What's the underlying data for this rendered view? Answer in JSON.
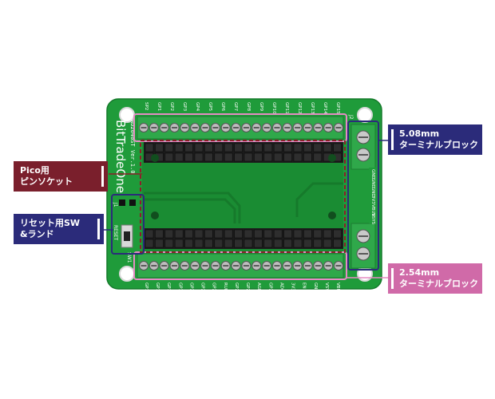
{
  "board": {
    "brand_text": "BitTradeOne",
    "model_text": "AD2040ST Ver.1.0",
    "reset_text": "RESET",
    "sw_text": "SW1",
    "j1_text": "J1",
    "j2_text": "J2",
    "top_pin_labels": [
      "SP2",
      "GP1",
      "GP2",
      "GP3",
      "GP4",
      "GP5",
      "GP6",
      "GP7",
      "GP8",
      "GP9",
      "GP10",
      "GP11",
      "GP12",
      "GP13",
      "GP14",
      "GP15"
    ],
    "bottom_pin_labels": [
      "GP16",
      "GP17",
      "GP18",
      "GP19",
      "GP20",
      "GP21",
      "GP22",
      "RUN",
      "GP26",
      "GP27",
      "AGND",
      "GP28",
      "ADC",
      "3V3",
      "EN",
      "GND",
      "VSYS",
      "VBUS"
    ],
    "side_labels": [
      "GND",
      "GND",
      "GND",
      "3V3",
      "VBUS",
      "VSYS"
    ]
  },
  "callouts": {
    "pico_socket": {
      "line1": "Pico用",
      "line2": "ピンソケット",
      "color": "#7a1f2c"
    },
    "reset_sw": {
      "line1": "リセット用SW",
      "line2": "&ランド",
      "color": "#2b2b7a"
    },
    "terminal_508": {
      "line1": "5.08mm",
      "line2": "ターミナルブロック",
      "color": "#2b2b7a"
    },
    "terminal_254": {
      "line1": "2.54mm",
      "line2": "ターミナルブロック",
      "color": "#d06aa8"
    }
  },
  "colors": {
    "pcb_green": "#1f9b3a",
    "pcb_dark": "#177a2d",
    "terminal_green": "#2fa84a",
    "header_black": "#1c1c1c"
  }
}
